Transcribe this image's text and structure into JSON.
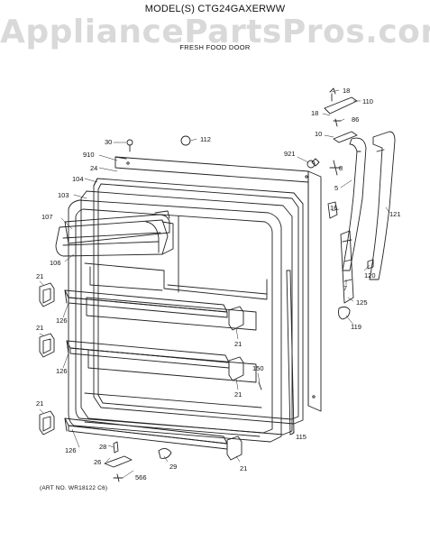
{
  "header": {
    "model": "MODEL(S) CTG24GAXERWW",
    "watermark": "AppliancePartsPros.com",
    "subtitle": "FRESH FOOD DOOR"
  },
  "footer": {
    "art_number": "(ART NO. WR18122 C6)"
  },
  "callouts": {
    "c18a": "18",
    "c110": "110",
    "c18b": "18",
    "c86": "86",
    "c10": "10",
    "c30": "30",
    "c112": "112",
    "c921": "921",
    "c8": "8",
    "c910": "910",
    "c24": "24",
    "c104": "104",
    "c5": "5",
    "c103": "103",
    "c121": "121",
    "c16": "16",
    "c107": "107",
    "c7": "7",
    "c106": "106",
    "c120": "120",
    "c21a": "21",
    "c125": "125",
    "c126a": "126",
    "c21b": "21",
    "c119": "119",
    "c21c": "21",
    "c126b": "126",
    "c150": "150",
    "c21d": "21",
    "c21e": "21",
    "c115": "115",
    "c28": "28",
    "c126c": "126",
    "c26": "26",
    "c566": "566",
    "c29": "29",
    "c21f": "21"
  }
}
